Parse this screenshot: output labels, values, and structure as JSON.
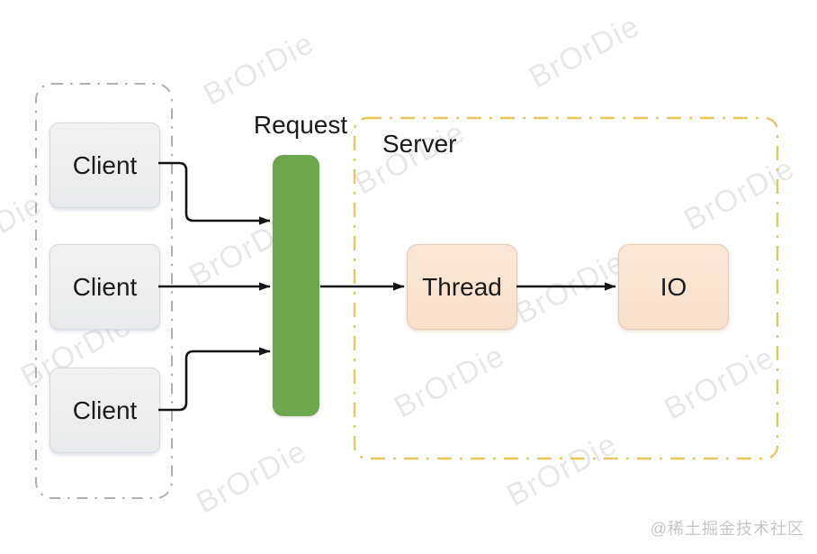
{
  "diagram": {
    "client_group": {
      "clients": [
        "Client",
        "Client",
        "Client"
      ]
    },
    "request": {
      "label": "Request"
    },
    "server": {
      "label": "Server",
      "nodes": {
        "thread": "Thread",
        "io": "IO"
      }
    },
    "colors": {
      "request_bar_green": "#6da74d",
      "server_border_yellow": "#e7c75f",
      "client_group_border_gray": "#b0b0b0",
      "client_node_fill": "#ececed",
      "server_node_fill": "#f9e3d1",
      "arrow_black": "#141414",
      "watermark_gray": "#e8e8e8",
      "credit_gray": "#c7c7c7"
    }
  },
  "watermarks": {
    "text": "BrOrDie"
  },
  "credit": {
    "text": "@稀土掘金技术社区"
  }
}
